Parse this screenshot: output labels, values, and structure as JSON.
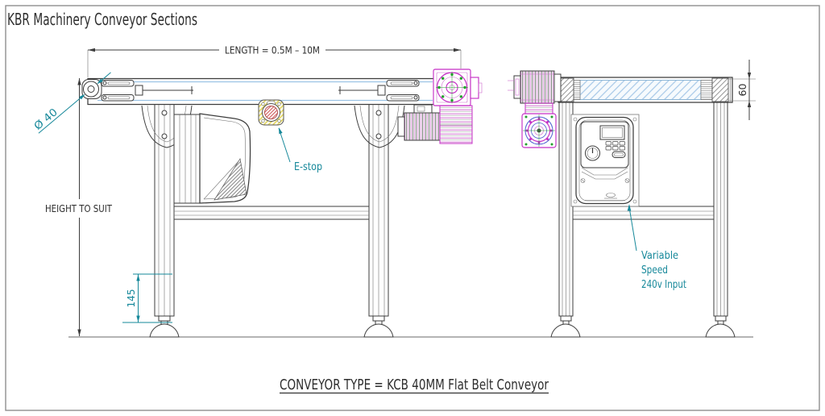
{
  "sheet": {
    "title": "KBR Machinery Conveyor Sections",
    "footer": "CONVEYOR TYPE = KCB 40MM Flat Belt Conveyor"
  },
  "dimensions": {
    "length": "LENGTH = 0.5M – 10M",
    "pulley_diameter": "Ø 40",
    "height": "HEIGHT TO SUIT",
    "leg_adjust": "145",
    "belt_depth": "60"
  },
  "labels": {
    "estop": "E-stop",
    "vsd": [
      "Variable",
      "Speed",
      "240v Input"
    ]
  },
  "colors": {
    "annotation_teal": "#16889a",
    "motor_magenta": "#c52fc5",
    "belt_blue": "#9cc3e5",
    "centerline_green": "#22a02c",
    "line_dark": "#3c3c3c"
  }
}
